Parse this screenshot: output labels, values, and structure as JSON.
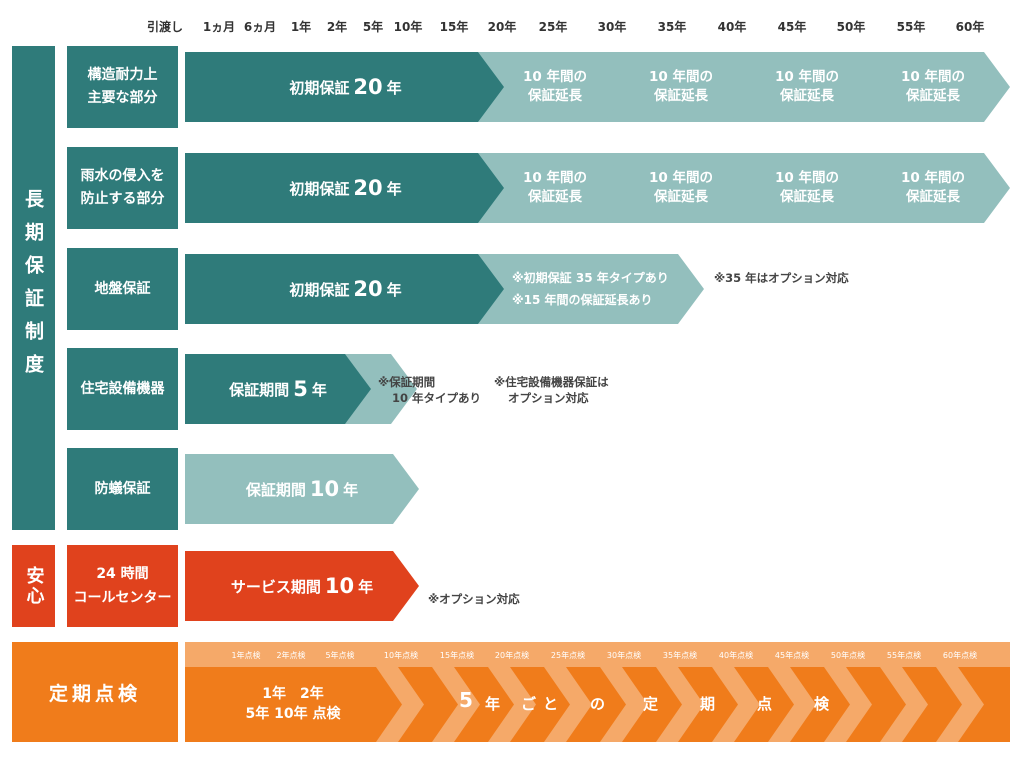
{
  "timeline": [
    "引渡し",
    "1ヵ月",
    "6ヵ月",
    "1年",
    "2年",
    "5年",
    "10年",
    "15年",
    "20年",
    "25年",
    "30年",
    "35年",
    "40年",
    "45年",
    "50年",
    "55年",
    "60年"
  ],
  "categories": {
    "long_term": "長期保証制度",
    "anshin": "安心",
    "inspection": "定期点検"
  },
  "rows": {
    "structure": {
      "label": "構造耐力上\n主要な部分",
      "initial_prefix": "初期保証",
      "initial_num": "20",
      "initial_suffix": "年"
    },
    "rain": {
      "label": "雨水の侵入を\n防止する部分",
      "initial_prefix": "初期保証",
      "initial_num": "20",
      "initial_suffix": "年"
    },
    "ground": {
      "label": "地盤保証",
      "initial_prefix": "初期保証",
      "initial_num": "20",
      "initial_suffix": "年",
      "ext_note1": "※初期保証 35 年タイプあり",
      "ext_note2": "※15 年間の保証延長あり",
      "side_note": "※35 年はオプション対応"
    },
    "equipment": {
      "label": "住宅設備機器",
      "prefix": "保証期間",
      "num": "5",
      "suffix": "年",
      "note_a1": "※保証期間",
      "note_a2": "10 年タイプあり",
      "note_b1": "※住宅設備機器保証は",
      "note_b2": "オプション対応"
    },
    "termite": {
      "label": "防蟻保証",
      "prefix": "保証期間",
      "num": "10",
      "suffix": "年"
    },
    "callcenter": {
      "label": "24 時間\nコールセンター",
      "prefix": "サービス期間",
      "num": "10",
      "suffix": "年",
      "note": "※オプション対応"
    }
  },
  "extension": {
    "line1": "10 年間の",
    "line2": "保証延長"
  },
  "inspection": {
    "marks": [
      "1年点検",
      "2年点検",
      "5年点検",
      "10年点検",
      "15年点検",
      "20年点検",
      "25年点検",
      "30年点検",
      "35年点検",
      "40年点検",
      "45年点検",
      "50年点検",
      "55年点検",
      "60年点検"
    ],
    "early_line1": "1年　2年",
    "early_line2": "5年 10年 点検",
    "periodic_chars": [
      "5",
      "年",
      "ご",
      "と",
      "の",
      "定",
      "期",
      "点",
      "検"
    ]
  },
  "colors": {
    "teal_dark": "#2f7b7a",
    "teal_light": "#93bfbd",
    "red": "#e0421d",
    "orange": "#f07c1b",
    "orange_light": "#f5a969"
  }
}
